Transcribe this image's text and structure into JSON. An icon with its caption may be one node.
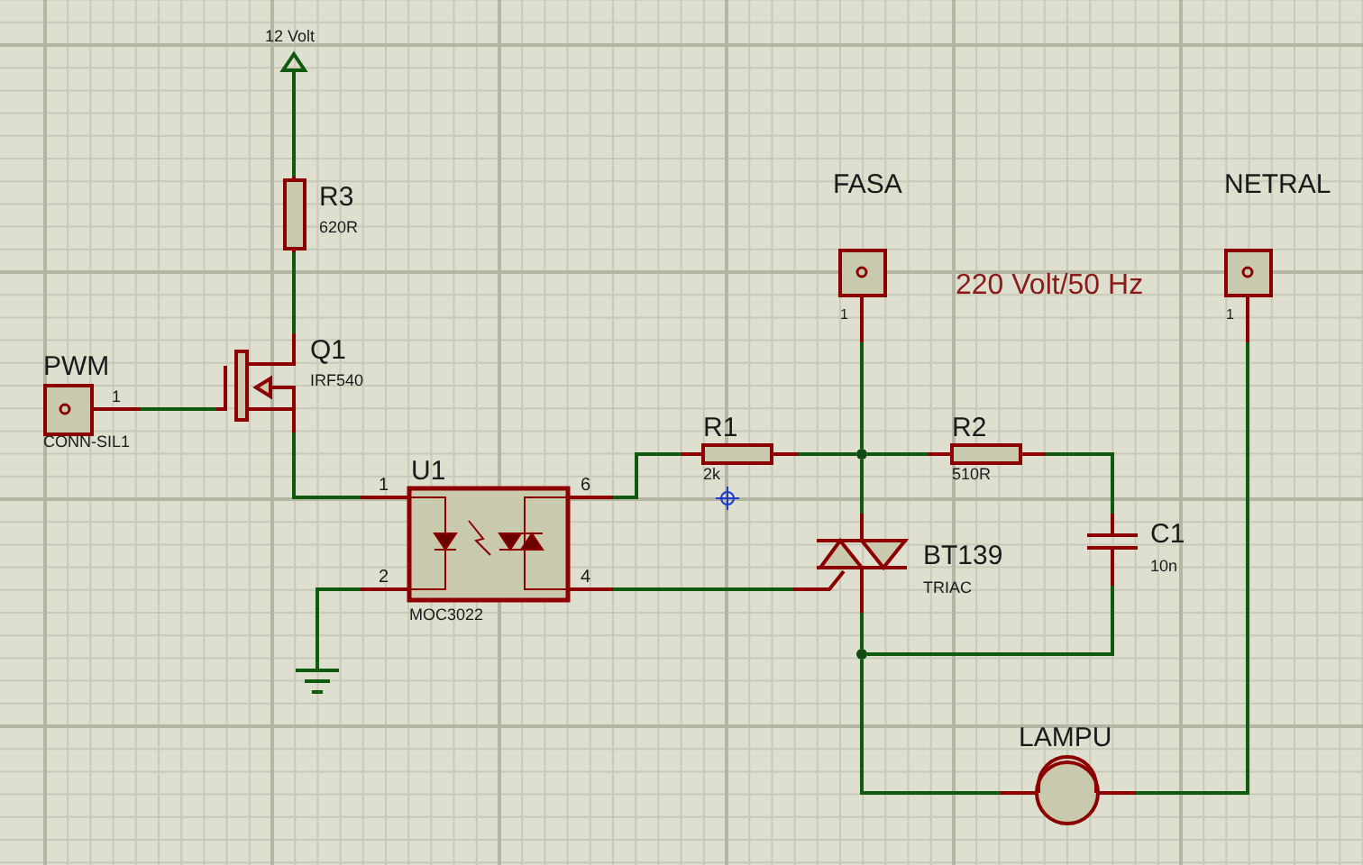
{
  "diagram": {
    "nodes": [
      {
        "text": [
          "12 Volt"
        ]
      },
      {
        "text": [
          "R3",
          "620R"
        ]
      },
      {
        "text": [
          "Q1",
          "IRF540"
        ]
      },
      {
        "text": [
          "PWM",
          "1",
          "CONN-SIL1"
        ]
      },
      {
        "text": [
          "U1",
          "1",
          "6",
          "2",
          "4",
          "MOC3022"
        ]
      },
      {
        "text": [],
        "shape": "ground"
      },
      {
        "text": [
          "R1",
          "2k"
        ]
      },
      {
        "text": [
          "FASA",
          "1"
        ]
      },
      {
        "text": [
          "NETRAL",
          "1"
        ]
      },
      {
        "text": [
          "R2",
          "510R"
        ]
      },
      {
        "text": [
          "BT139",
          "TRIAC"
        ]
      },
      {
        "text": [
          "C1",
          "10n"
        ]
      },
      {
        "text": [
          "LAMPU"
        ]
      },
      {
        "text": [],
        "shape": "dot"
      },
      {
        "text": [],
        "shape": "dot"
      }
    ],
    "edges": [
      {
        "from": 0,
        "to": 1,
        "arrow": "none"
      },
      {
        "from": 1,
        "to": 2,
        "arrow": "none"
      },
      {
        "from": 3,
        "to": 2,
        "arrow": "none"
      },
      {
        "from": 2,
        "to": 4,
        "arrow": "none"
      },
      {
        "from": 4,
        "to": 5,
        "arrow": "none"
      },
      {
        "from": 4,
        "to": 6,
        "arrow": "none"
      },
      {
        "from": 6,
        "to": 13,
        "arrow": "none"
      },
      {
        "from": 7,
        "to": 13,
        "arrow": "none"
      },
      {
        "from": 13,
        "to": 9,
        "arrow": "none"
      },
      {
        "from": 13,
        "to": 10,
        "arrow": "none"
      },
      {
        "from": 9,
        "to": 11,
        "arrow": "none"
      },
      {
        "from": 4,
        "to": 10,
        "arrow": "none"
      },
      {
        "from": 10,
        "to": 14,
        "arrow": "none"
      },
      {
        "from": 11,
        "to": 14,
        "arrow": "none"
      },
      {
        "from": 14,
        "to": 12,
        "arrow": "none"
      },
      {
        "from": 12,
        "to": 8,
        "arrow": "none"
      }
    ],
    "labels": [
      "220 Volt/50 Hz"
    ]
  }
}
